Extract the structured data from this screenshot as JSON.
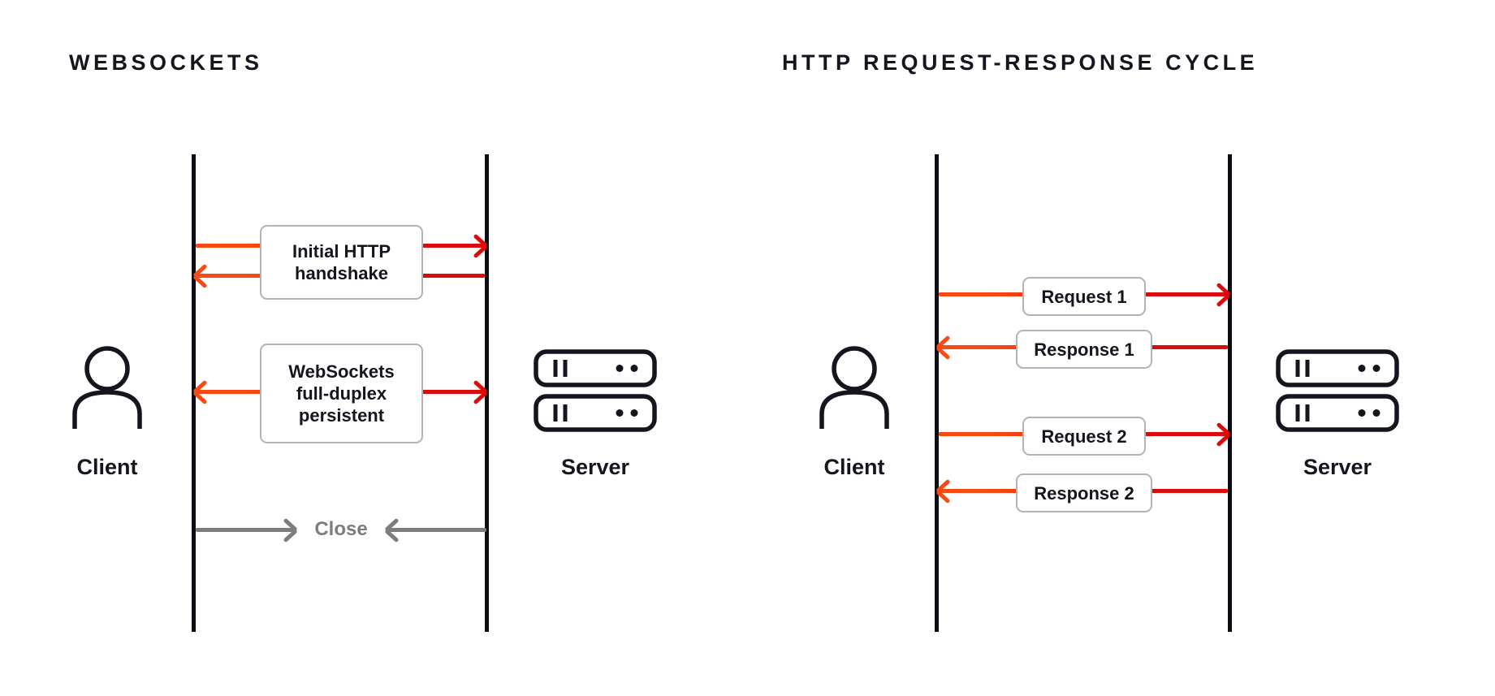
{
  "websockets": {
    "title": "WEBSOCKETS",
    "client_label": "Client",
    "server_label": "Server",
    "handshake": {
      "line1": "Initial HTTP",
      "line2": "handshake",
      "top_arrow_direction": "client to server",
      "bottom_arrow_direction": "server to client"
    },
    "duplex": {
      "line1": "WebSockets",
      "line2": "full-duplex",
      "line3": "persistent",
      "arrow_direction": "bidirectional"
    },
    "close": {
      "label": "Close",
      "arrow_direction": "both sides converge inward"
    }
  },
  "http": {
    "title": "HTTP REQUEST-RESPONSE CYCLE",
    "client_label": "Client",
    "server_label": "Server",
    "request1": {
      "label": "Request 1",
      "arrow_direction": "client to server"
    },
    "response1": {
      "label": "Response 1",
      "arrow_direction": "server to client"
    },
    "request2": {
      "label": "Request 2",
      "arrow_direction": "client to server"
    },
    "response2": {
      "label": "Response 2",
      "arrow_direction": "server to client"
    }
  },
  "colors": {
    "client_side_arrow_orange": "#F84A12",
    "server_side_arrow_red": "#DB0B0B",
    "close_arrow_gray": "#7D7D7D",
    "text_dark": "#15151F",
    "box_border_gray": "#B3B3B3"
  }
}
